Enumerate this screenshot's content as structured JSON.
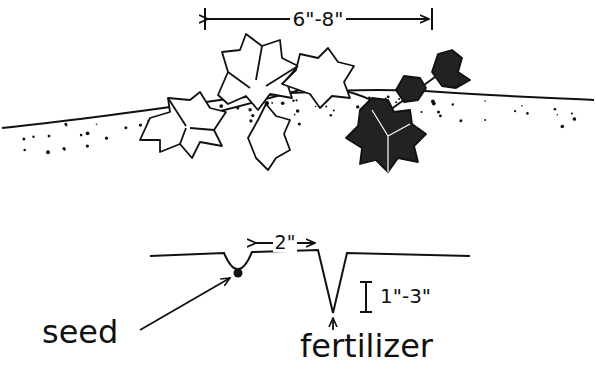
{
  "diagram": {
    "labels": [
      "6\"-8\"",
      "2\"",
      "1\"-3\"",
      "seed",
      "fertilizer"
    ]
  }
}
